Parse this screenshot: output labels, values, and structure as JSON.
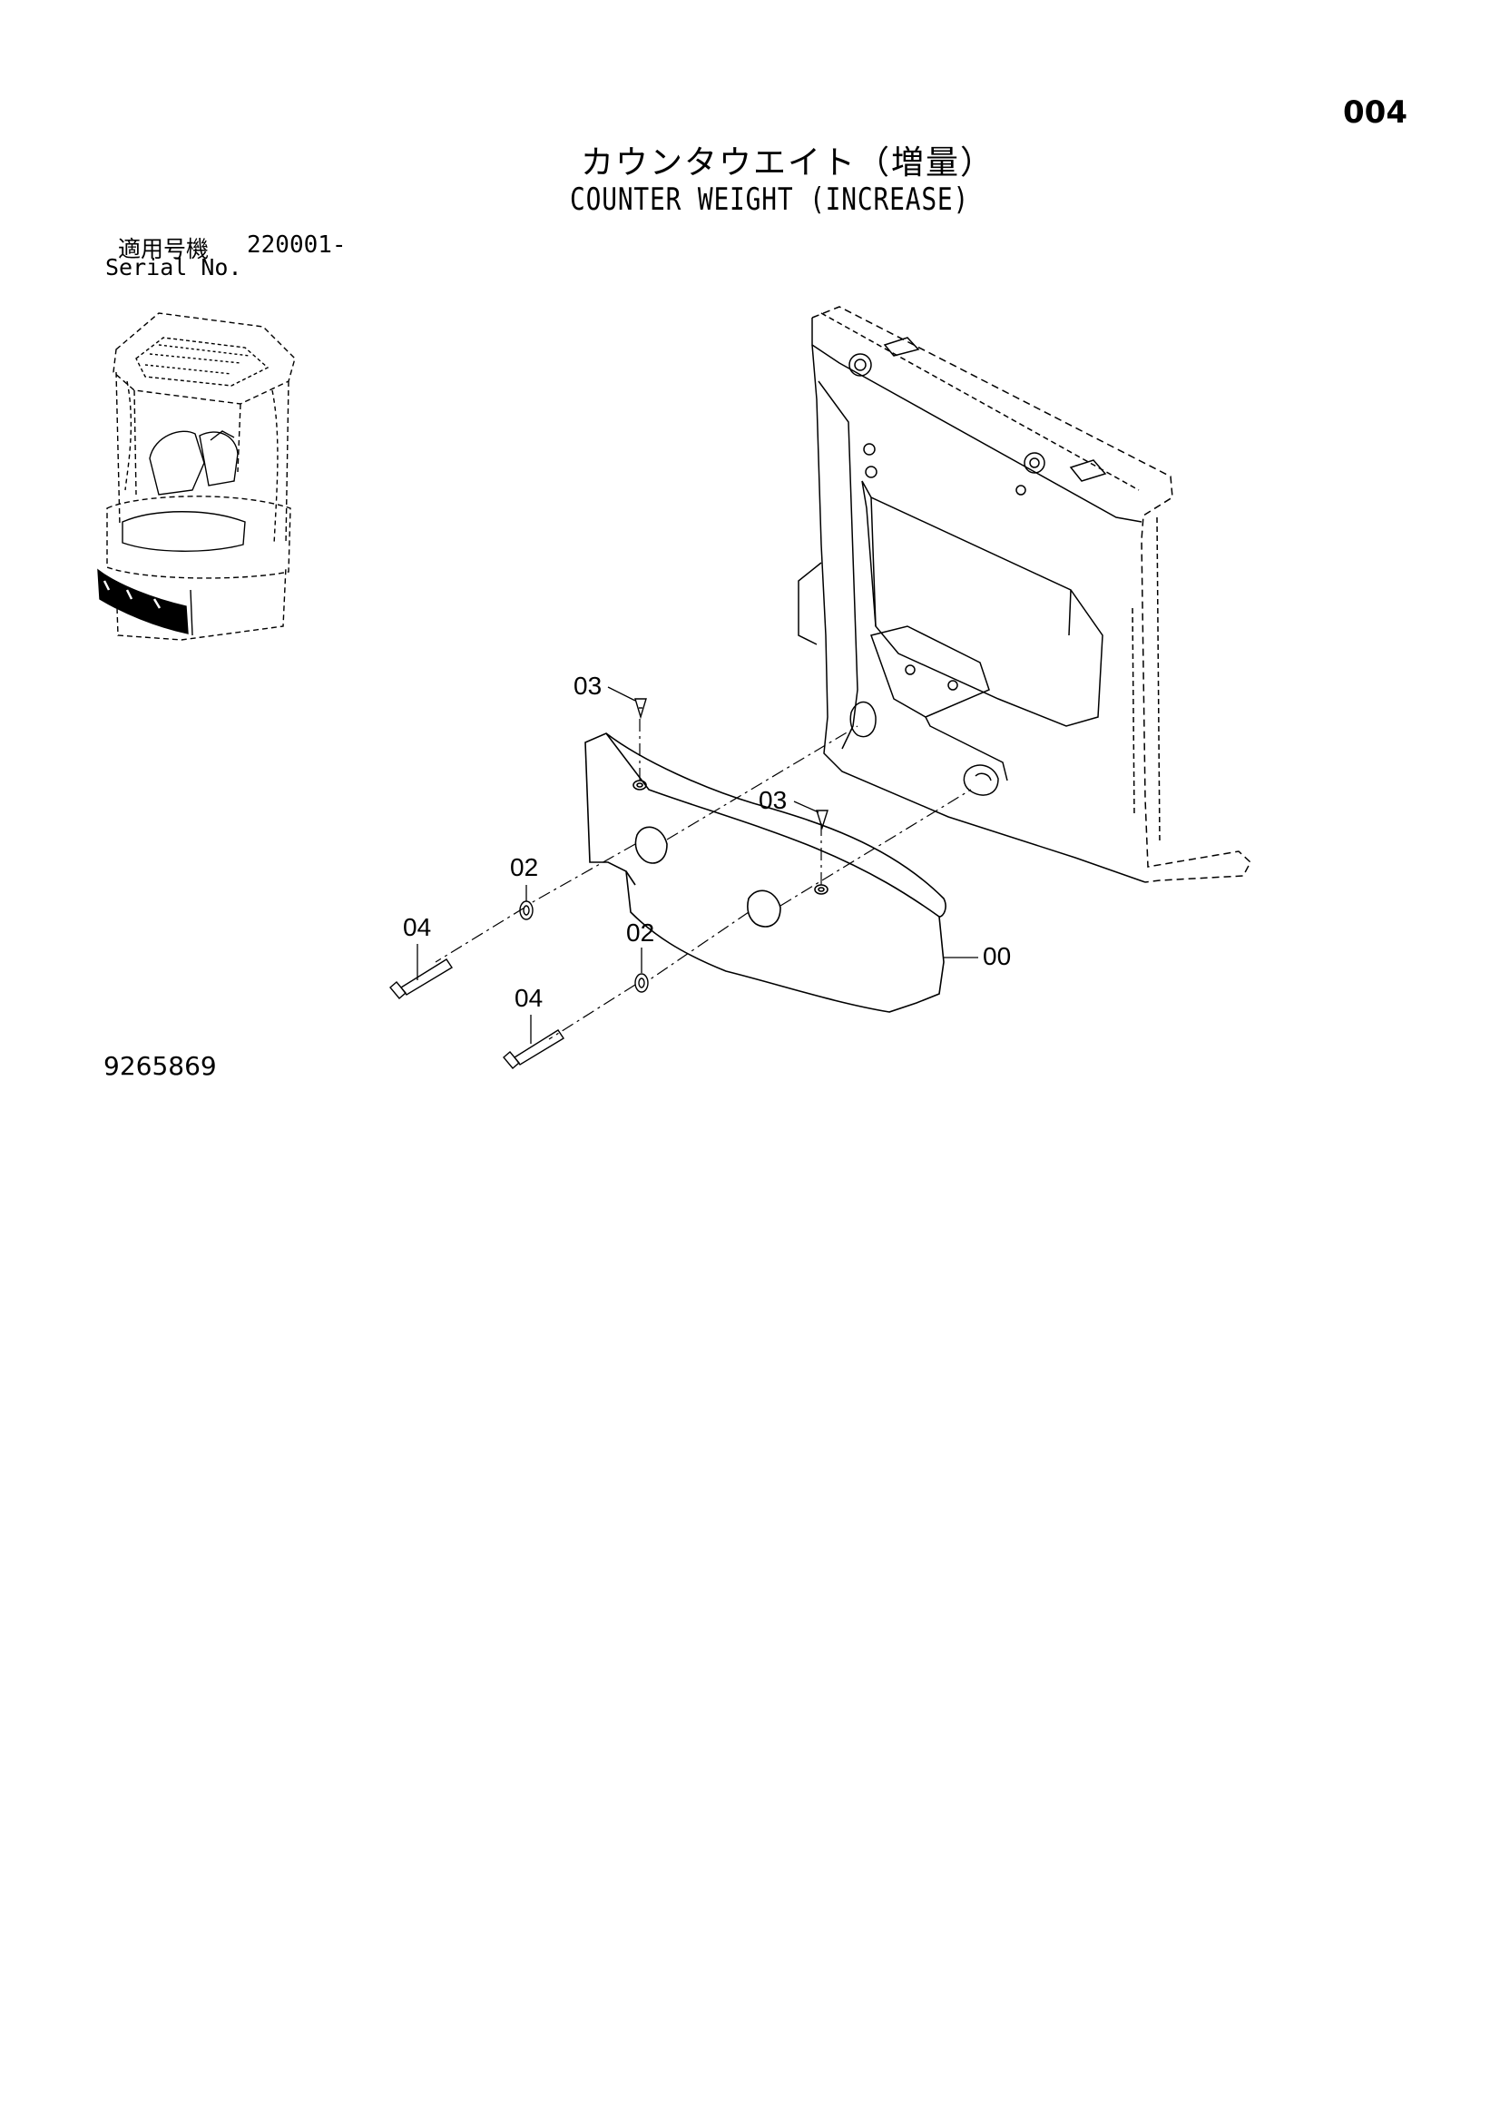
{
  "header": {
    "page_number": "004",
    "title_jp": "カウンタウエイト（増量）",
    "title_en": "COUNTER WEIGHT (INCREASE)"
  },
  "serial": {
    "label_jp": "適用号機",
    "range": "220001-",
    "label_en": "Serial No."
  },
  "callouts": {
    "counterweight": "00",
    "washer_upper": "02",
    "washer_lower": "02",
    "screw_left": "03",
    "screw_right": "03",
    "bolt_upper": "04",
    "bolt_lower": "04"
  },
  "footer": {
    "drawing_number": "9265869"
  },
  "colors": {
    "line": "#000000",
    "background": "#ffffff"
  }
}
